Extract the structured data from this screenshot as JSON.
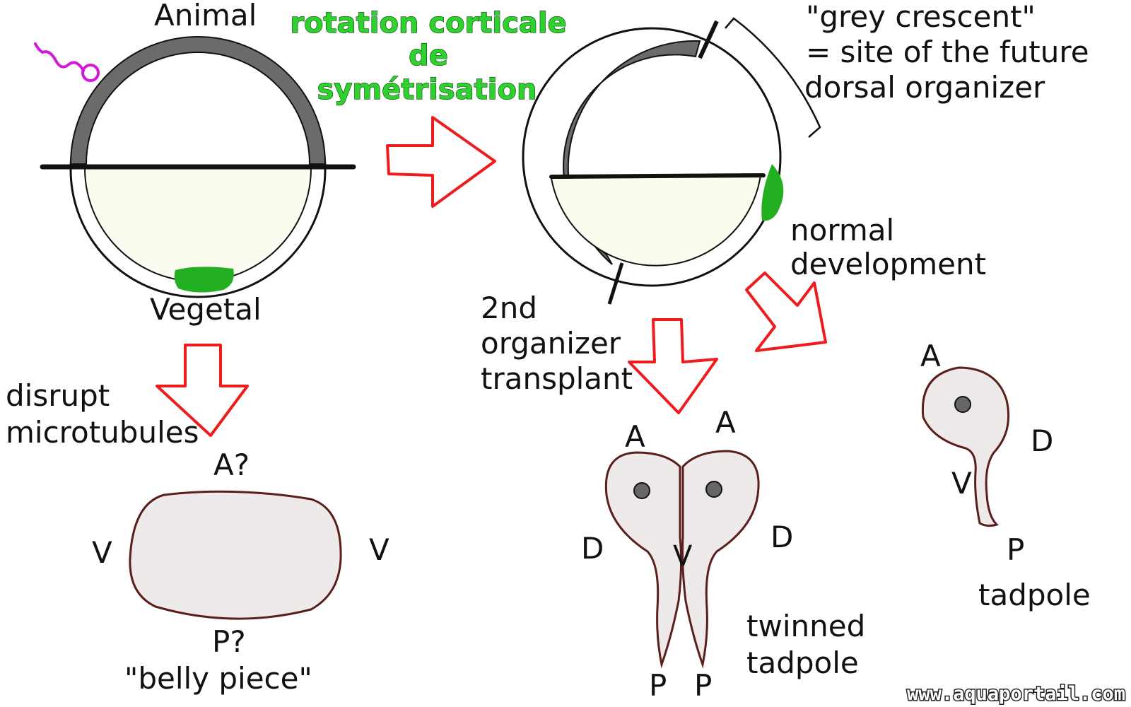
{
  "labels": {
    "animal": "Animal",
    "vegetal": "Vegetal",
    "title_line1": "rotation corticale",
    "title_line2": "de",
    "title_line3": "symétrisation",
    "grey_crescent_line1": "\"grey crescent\"",
    "grey_crescent_line2": "= site of the future",
    "grey_crescent_line3": "dorsal organizer",
    "normal_line1": "normal",
    "normal_line2": "development",
    "transplant_line1": "2nd",
    "transplant_line2": "organizer",
    "transplant_line3": "transplant",
    "disrupt_line1": "disrupt",
    "disrupt_line2": "microtubules",
    "belly_a": "A?",
    "belly_p": "P?",
    "belly_v_left": "V",
    "belly_v_right": "V",
    "belly_name": "\"belly piece\"",
    "twin_a_left": "A",
    "twin_a_right": "A",
    "twin_d_left": "D",
    "twin_d_right": "D",
    "twin_v": "V",
    "twin_p_left": "P",
    "twin_p_right": "P",
    "twin_name_line1": "twinned",
    "twin_name_line2": "tadpole",
    "tad_a": "A",
    "tad_d": "D",
    "tad_v": "V",
    "tad_p": "P",
    "tad_name": "tadpole",
    "website": "www.aquaportail.com"
  },
  "colors": {
    "cortex_grey": "#6b6b6b",
    "yolk": "#fcfbef",
    "green_spot": "#22b022",
    "arrow_red": "#ee1c1c",
    "sperm_magenta": "#d219d9",
    "embryo_fill": "#efeaea",
    "embryo_outline": "#5a1f1a"
  }
}
